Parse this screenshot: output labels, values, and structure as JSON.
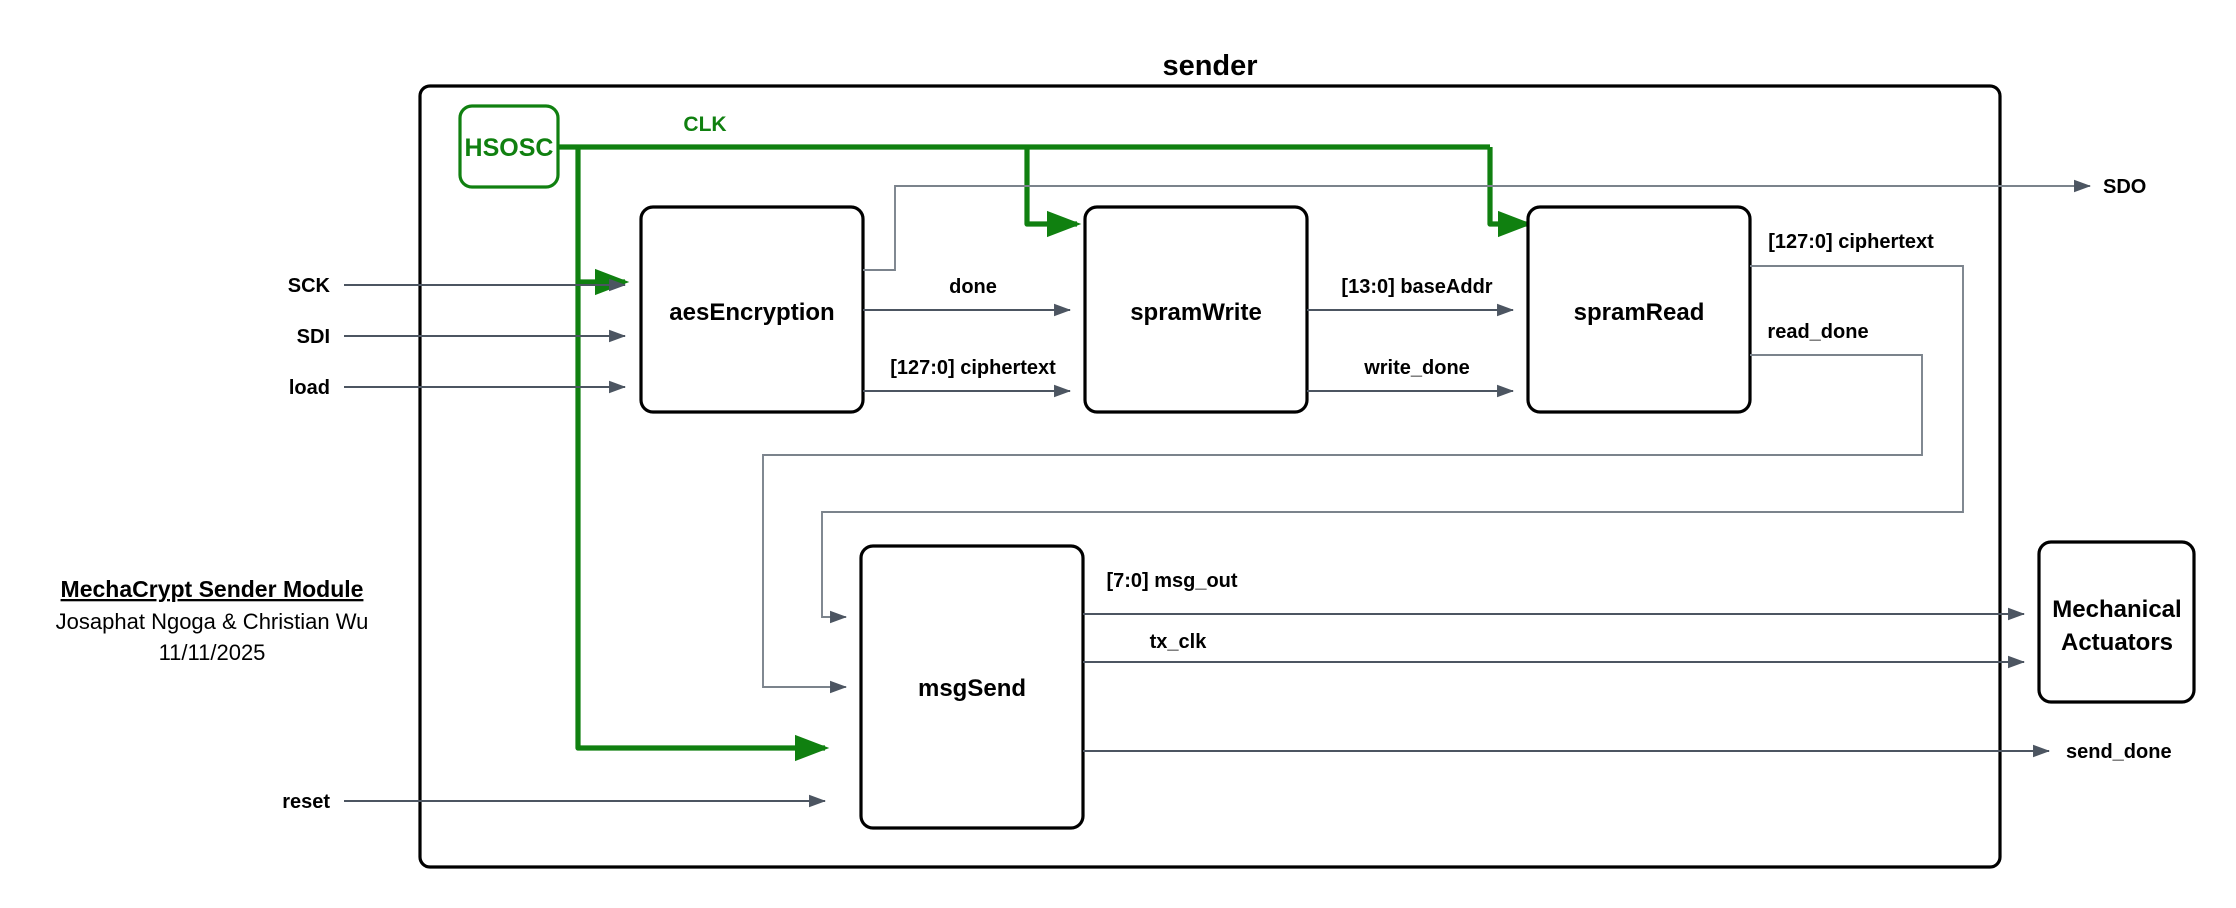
{
  "diagram": {
    "title": "sender",
    "legend": {
      "heading": "MechaCrypt Sender Module",
      "authors": "Josaphat Ngoga & Christian Wu",
      "date": "11/11/2025"
    },
    "clock_color": "#108010",
    "wire_color": "#4c5561",
    "box_color": "#000000"
  },
  "oscillator": {
    "label": "HSOSC",
    "net_label": "CLK"
  },
  "blocks": [
    {
      "id": "aes",
      "label": "aesEncryption"
    },
    {
      "id": "spramwrite",
      "label": "spramWrite"
    },
    {
      "id": "spramread",
      "label": "spramRead"
    },
    {
      "id": "msgsend",
      "label": "msgSend"
    },
    {
      "id": "actuators",
      "label_line1": "Mechanical",
      "label_line2": "Actuators"
    }
  ],
  "inputs": [
    {
      "name": "SCK",
      "label": "SCK"
    },
    {
      "name": "SDI",
      "label": "SDI"
    },
    {
      "name": "load",
      "label": "load"
    },
    {
      "name": "reset",
      "label": "reset"
    }
  ],
  "outputs": [
    {
      "name": "SDO",
      "label": "SDO"
    },
    {
      "name": "send_done",
      "label": "send_done"
    }
  ],
  "signals": [
    {
      "id": "done",
      "label": "done",
      "from": "aesEncryption",
      "to": "spramWrite"
    },
    {
      "id": "ciphertext1",
      "label": "[127:0] ciphertext",
      "from": "aesEncryption",
      "to": "spramWrite"
    },
    {
      "id": "baseaddr",
      "label": "[13:0] baseAddr",
      "from": "spramWrite",
      "to": "spramRead"
    },
    {
      "id": "write_done",
      "label": "write_done",
      "from": "spramWrite",
      "to": "spramRead"
    },
    {
      "id": "ciphertext2",
      "label": "[127:0] ciphertext",
      "from": "spramRead",
      "to": "msgSend"
    },
    {
      "id": "read_done",
      "label": "read_done",
      "from": "spramRead",
      "to": "msgSend"
    },
    {
      "id": "msg_out",
      "label": "[7:0] msg_out",
      "from": "msgSend",
      "to": "Mechanical Actuators"
    },
    {
      "id": "tx_clk",
      "label": "tx_clk",
      "from": "msgSend",
      "to": "Mechanical Actuators"
    }
  ]
}
